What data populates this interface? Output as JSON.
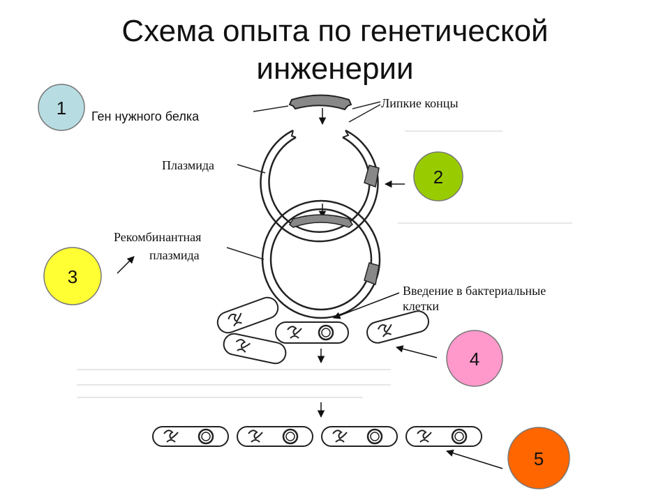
{
  "title": {
    "line1": "Схема опыта  по генетической",
    "line2": "инженерии"
  },
  "labels": {
    "gene": "Ген нужного белка",
    "sticky_ends": "Липкие концы",
    "plasmid": "Плазмида",
    "recombinant_line1": "Рекомбинантная",
    "recombinant_line2": "плазмида",
    "intro_line1": "Введение в бактериальные",
    "intro_line2": "клетки"
  },
  "markers": [
    {
      "number": "1",
      "color": "#b7dde3"
    },
    {
      "number": "2",
      "color": "#99cc00"
    },
    {
      "number": "3",
      "color": "#ffff33"
    },
    {
      "number": "4",
      "color": "#ff99cc"
    },
    {
      "number": "5",
      "color": "#ff6600"
    }
  ],
  "colors": {
    "gene_fill": "#888888",
    "stroke": "#222222"
  }
}
